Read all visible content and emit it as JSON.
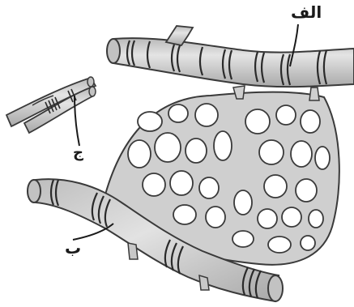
{
  "labels": {
    "alef": "الف",
    "be": "ب",
    "jim": "ج"
  },
  "colors": {
    "vessel_fill": "#d2d2d2",
    "vessel_stroke": "#3a3a3a",
    "ring": "#2a2a2a",
    "label": "#1a1a1a"
  }
}
